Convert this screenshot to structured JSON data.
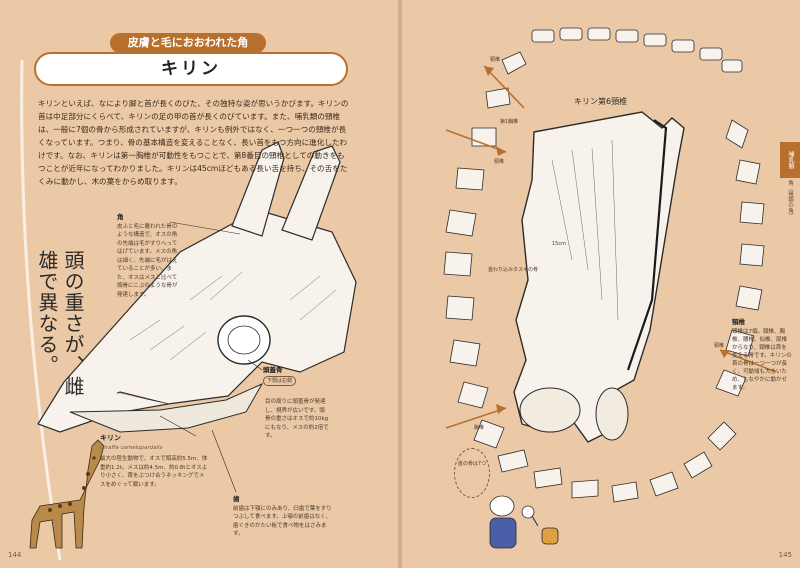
{
  "left_page": {
    "category": "皮膚と毛におおわれた角",
    "title": "キリン",
    "body": "キリンといえば、なにより脚と首が長くのびた、その独特な姿が思いうかびます。キリンの首は中足部分にくらべて、キリンの足の甲の首が長くのびています。また、哺乳類の頸椎は、一般に7個の骨から形成されていますが、キリンも例外ではなく、一つ一つの頸椎が長くなっています。つまり、骨の基本構造を変えることなく、長い首をもつ方向に進化したわけです。なお、キリンは第一胸椎が可動性をもつことで、第8番目の頸椎としての動きをもつことが近年になってわかりました。キリンは45cmほどもある長い舌を持ち、その舌をたくみに動かし、木の葉をからめ取ります。",
    "heading_vertical": "頭の重さが、雌雄で異なる。",
    "callouts": {
      "horn": {
        "label": "角",
        "text": "皮ふと毛に覆われた骨のような構造で、オスの角の先端は毛がすりへってはげています。メスの角は細く、先端に毛がはえていることが多い。また、オスはメスと比べて頭骨にこぶのような骨が発達します。"
      },
      "skull": {
        "label": "頭蓋骨",
        "sub": "下顎は右側",
        "text": ""
      },
      "skull_mid": {
        "text": "目の周りに頭蓋骨が発達し、視界が広いです。頭骨の重さはオスで約10kgにもなり、メスの約2倍です。"
      },
      "teeth": {
        "label": "歯",
        "text": "前歯は下顎にのみあり、臼歯で葉をすりつぶして食べます。上顎の前歯はなく、歯ぐきのかたい板で食べ物をはさみます。"
      },
      "species": {
        "label": "キリン",
        "latin": "Giraffa camelopardalis",
        "text": "最大の陸生動物で、オスで頭高約5.5m、体重約1.2t。メスは約4.5m、約0.8tとオスより小さく、首をぶつけ合うネッキングでメスをめぐって戦います。"
      }
    },
    "page_number": "144"
  },
  "right_page": {
    "figure_title": "キリン第6頸椎",
    "labels": {
      "neck_vertebra": "頸椎",
      "first_thoracic": "第1胸椎",
      "thoracic": "胸椎",
      "muscle_mark": "首わり込みタスキの骨",
      "size_mark": "15cm",
      "bubble": "首の骨は7つ"
    },
    "neck_callout": {
      "label": "頸椎",
      "text": "頸椎は7個。頸椎、胸椎、腰椎、仙椎、尾椎からなり、頸椎は首を支える骨です。キリンの首の骨は一つ一つが長く、可動域も大きいため、しなやかに動かせます。"
    },
    "side_tab": "哺乳類",
    "side_tab_sub": "角（骨類の角）",
    "page_number": "145"
  },
  "colors": {
    "page_bg": "#ecc9a6",
    "accent": "#b8702e"
  }
}
